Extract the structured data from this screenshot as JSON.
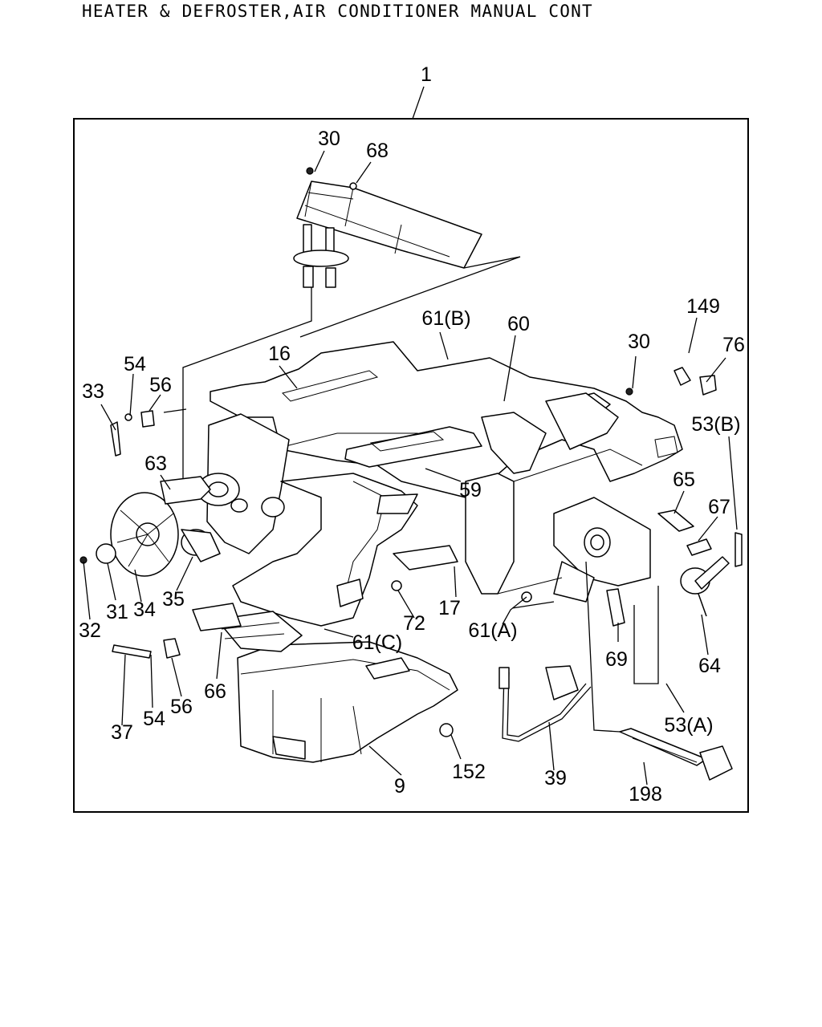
{
  "header": {
    "title": "HEATER & DEFROSTER,AIR CONDITIONER MANUAL CONT"
  },
  "diagram": {
    "labels": {
      "assembly": "1",
      "screw_top": "30",
      "seal_68": "68",
      "case_61b": "61(B)",
      "part_60": "60",
      "part_149": "149",
      "screw_right": "30",
      "part_76": "76",
      "part_16": "16",
      "clip_54_top": "54",
      "part_33": "33",
      "part_56_top": "56",
      "part_53b": "53(B)",
      "part_63": "63",
      "part_59": "59",
      "part_65": "65",
      "part_67": "67",
      "screw_32": "32",
      "part_31": "31",
      "part_34": "34",
      "part_35": "35",
      "part_72": "72",
      "part_17": "17",
      "case_61a": "61(A)",
      "part_69": "69",
      "part_64": "64",
      "case_61c": "61(C)",
      "part_37": "37",
      "clip_54_bottom": "54",
      "part_56_bottom": "56",
      "part_66": "66",
      "part_53a": "53(A)",
      "case_9": "9",
      "nut_152": "152",
      "harness_39": "39",
      "part_198": "198"
    }
  }
}
